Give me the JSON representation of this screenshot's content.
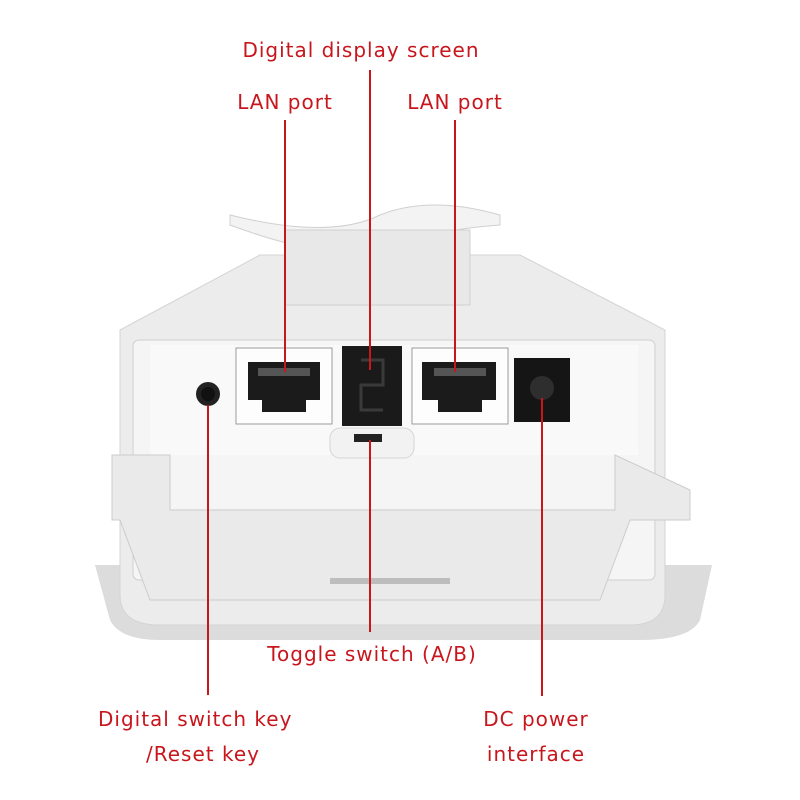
{
  "callouts": {
    "display": "Digital display screen",
    "lan_left": "LAN port",
    "lan_right": "LAN port",
    "toggle": "Toggle switch (A/B)",
    "reset_line1": "Digital switch key",
    "reset_line2": "/Reset key",
    "dc_line1": "DC power",
    "dc_line2": "interface"
  },
  "colors": {
    "callout": "#c8161d",
    "housing": "#eeeeee",
    "panel": "#f7f7f7",
    "port_dark": "#1a1a1a"
  }
}
